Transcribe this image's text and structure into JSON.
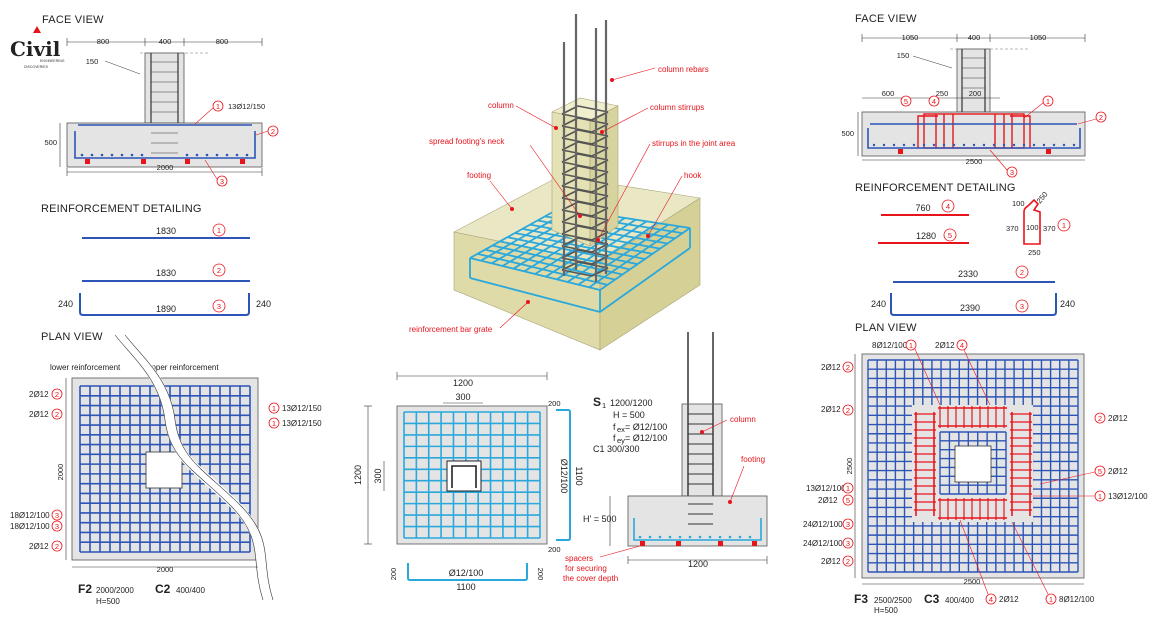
{
  "logo": {
    "text": "Civil",
    "sub1": "ENGINEERING",
    "sub2": "DISCOVERIES"
  },
  "colors": {
    "blue_rebar": "#2c55b7",
    "cyan_rebar": "#2aa8dc",
    "red": "#e8141b",
    "concrete": "#e4e4e4",
    "footing_3d": "#e4e1b4"
  },
  "f2": {
    "face_title": "FACE VIEW",
    "dims": {
      "left": "800",
      "mid": "400",
      "right": "800",
      "neck": "150",
      "height": "500",
      "width": "2000"
    },
    "callouts": {
      "c1_label": "13Ø12/150",
      "n1": "1",
      "n2": "2",
      "n3": "3"
    },
    "detailing_title": "REINFORCEMENT DETAILING",
    "bars": [
      {
        "len": "1830",
        "no": "1"
      },
      {
        "len": "1830",
        "no": "2"
      },
      {
        "len": "1890",
        "no": "3",
        "hook_left": "240",
        "hook_right": "240"
      }
    ],
    "plan_title": "PLAN VIEW",
    "plan_lower": "lower reinforcement",
    "plan_upper": "upper reinforcement",
    "plan_left": [
      {
        "label": "2Ø12",
        "no": "2"
      },
      {
        "label": "2Ø12",
        "no": "2"
      },
      {
        "label": "18Ø12/100",
        "no": "3"
      },
      {
        "label": "18Ø12/100",
        "no": "3"
      },
      {
        "label": "2Ø12",
        "no": "2"
      }
    ],
    "plan_right": [
      {
        "label": "13Ø12/150",
        "no": "1"
      },
      {
        "label": "13Ø12/150",
        "no": "1"
      }
    ],
    "plan_dim_side": "2000",
    "plan_dim_bottom": "2000",
    "footing_id": "F2",
    "footing_size": "2000/2000",
    "footing_h": "H=500",
    "column_id": "C2",
    "column_size": "400/400"
  },
  "iso": {
    "labels": {
      "column_rebars": "column rebars",
      "column": "column",
      "column_stirrups": "column stirrups",
      "neck": "spread footing's neck",
      "joint": "stirrups in the joint area",
      "footing": "footing",
      "hook": "hook",
      "grate": "reinforcement bar grate"
    }
  },
  "f1": {
    "dims": {
      "width_top": "1200",
      "col": "300",
      "side": "1200",
      "side_inner": "300",
      "bottom": "1100",
      "bar_label": "Ø12/100",
      "bar_vert": "Ø12/100",
      "bar_vert_len": "1100",
      "hook": "200",
      "hook2": "200",
      "hook3": "200",
      "hook4": "200"
    },
    "spec": {
      "id": "S",
      "id_sub": "1",
      "size": "1200/1200",
      "h": "H = 500",
      "fex_pre": "f",
      "fex_sub": "ex",
      "fex_val": " = Ø12/100",
      "fey_pre": "f",
      "fey_sub": "ey",
      "fey_val": " = Ø12/100",
      "col": "C1 300/300"
    },
    "section": {
      "column": "column",
      "footing": "footing",
      "h_label": "H' = 500",
      "width": "1200",
      "spacers": "spacers",
      "spacers2": "for securing",
      "spacers3": "the cover depth"
    }
  },
  "f3": {
    "face_title": "FACE VIEW",
    "dims": {
      "left": "1050",
      "mid": "400",
      "right": "1050",
      "neck": "150",
      "d600": "600",
      "d250": "250",
      "d200": "200",
      "height": "500",
      "width": "2500"
    },
    "detailing_title": "REINFORCEMENT DETAILING",
    "bars": [
      {
        "len": "760",
        "no": "4"
      },
      {
        "len": "1280",
        "no": "5"
      },
      {
        "len": "2330",
        "no": "2"
      },
      {
        "len": "2390",
        "no": "3",
        "hook_left": "240",
        "hook_right": "240"
      }
    ],
    "stirrup": {
      "d100": "100",
      "d250": "250",
      "d370a": "370",
      "d100b": "100",
      "d370b": "370",
      "d250b": "250",
      "no": "1"
    },
    "plan_title": "PLAN VIEW",
    "plan_top": [
      {
        "label": "8Ø12/100",
        "no": "1"
      },
      {
        "label": "2Ø12",
        "no": "4"
      }
    ],
    "plan_left": [
      {
        "label": "2Ø12",
        "no": "2"
      },
      {
        "label": "2Ø12",
        "no": "2"
      },
      {
        "label": "13Ø12/100",
        "no": "1"
      },
      {
        "label": "2Ø12",
        "no": "5"
      },
      {
        "label": "24Ø12/100",
        "no": "3"
      },
      {
        "label": "24Ø12/100",
        "no": "3"
      },
      {
        "label": "2Ø12",
        "no": "2"
      }
    ],
    "plan_right": [
      {
        "label": "2Ø12",
        "no": "2"
      },
      {
        "label": "2Ø12",
        "no": "5"
      },
      {
        "label": "13Ø12/100",
        "no": "1"
      }
    ],
    "plan_bottom": [
      {
        "label": "2Ø12",
        "no": "4"
      },
      {
        "label": "8Ø12/100",
        "no": "1"
      }
    ],
    "plan_dim_side": "2500",
    "plan_dim_bottom": "2500",
    "footing_id": "F3",
    "footing_size": "2500/2500",
    "footing_h": "H=500",
    "column_id": "C3",
    "column_size": "400/400"
  }
}
